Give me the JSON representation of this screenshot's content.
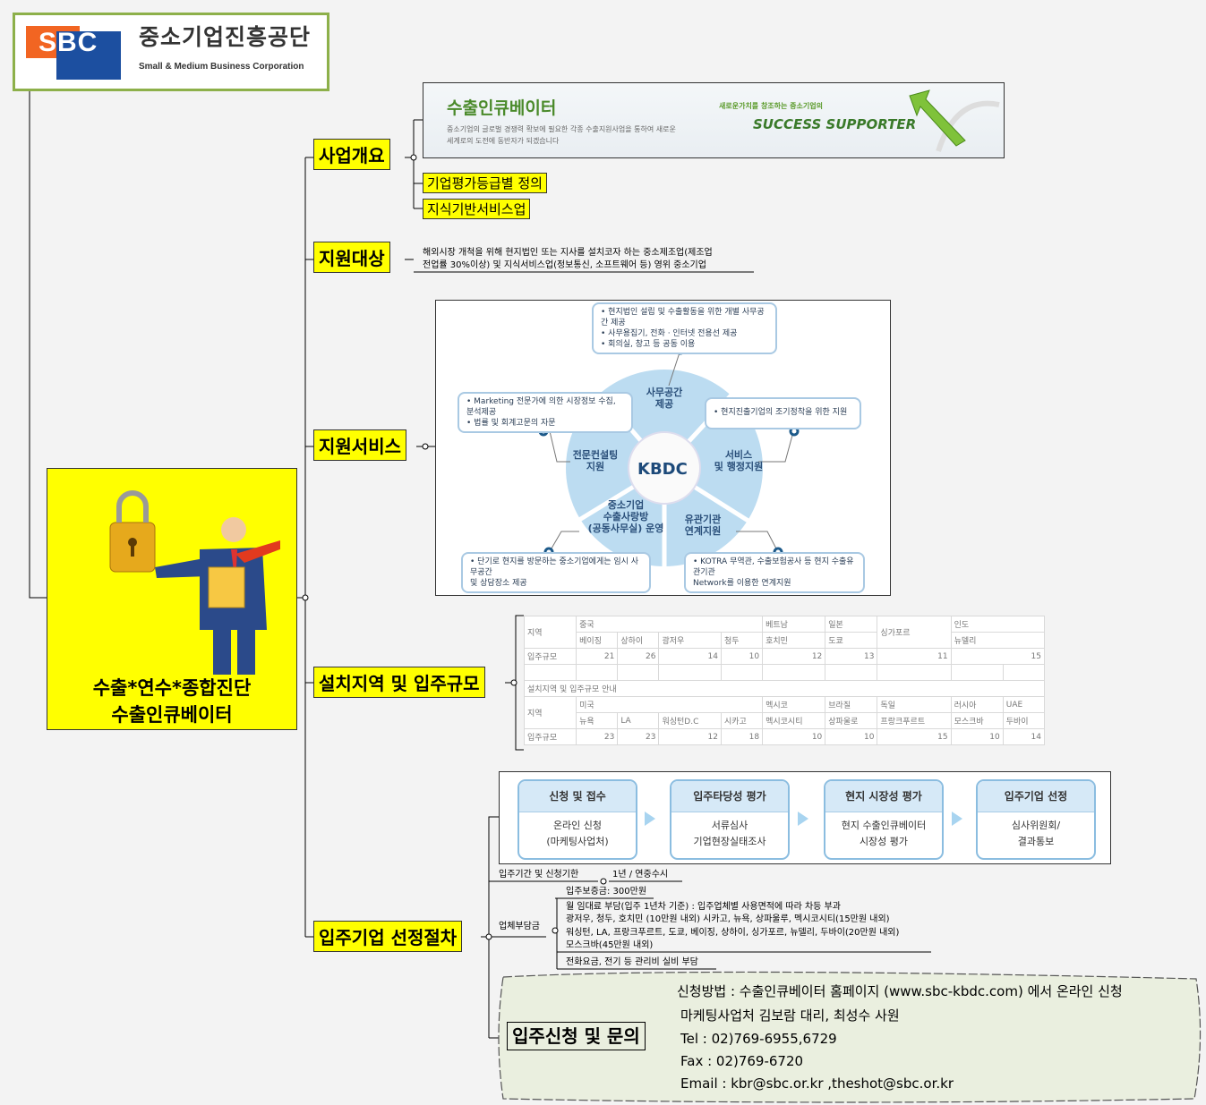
{
  "logo": {
    "abbr": "SBC",
    "name_kr": "중소기업진흥공단",
    "name_en": "Small & Medium Business Corporation"
  },
  "central": {
    "line1": "수출*연수*종합진단",
    "line2": "수출인큐베이터"
  },
  "colors": {
    "node": "#ffff00",
    "logo_border": "#8db04a",
    "diagram_blue": "#bcdcf1",
    "cloud": "#eaefdf"
  },
  "branches": {
    "overview": {
      "label": "사업개요",
      "banner": {
        "title": "수출인큐베이터",
        "desc1": "중소기업의 글로벌 경쟁력 확보에 필요한 각종 수출지원사업을 통하여 새로운",
        "desc2": "세계로의 도전에 동반자가 되겠습니다",
        "slogan": "새로운가치를 창조하는 중소기업의",
        "slogan2": "SUCCESS SUPPORTER"
      },
      "children": [
        "기업평가등급별 정의",
        "지식기반서비스업"
      ]
    },
    "target": {
      "label": "지원대상",
      "text1": "해외시장 개척을 위해 현지법인 또는 지사를 설치코자 하는 중소제조업(제조업",
      "text2": "전업률 30%이상) 및 지식서비스업(정보통신, 소프트웨어 등) 영위 중소기업"
    },
    "services": {
      "label": "지원서비스",
      "center": "KBDC",
      "sectors": [
        "사무공간\n제공",
        "서비스\n및 행정지원",
        "유관기관\n연계지원",
        "중소기업\n수출사랑방\n(공동사무실) 운영",
        "전문컨설팅\n지원"
      ],
      "callouts": {
        "office": [
          "• 현지법인 설립 및 수출활동을 위한 개별 사무공간 제공",
          "• 사무용집기, 전화 · 인터넷 전용선 제공",
          "• 회의실, 창고 등 공동 이용"
        ],
        "admin": [
          "• 현지진출기업의 조기정착을 위한 지원"
        ],
        "network": [
          "• KOTRA 무역관, 수출보험공사 등 현지 수출유관기관",
          "Network를 이용한 연계지원"
        ],
        "shared": [
          "• 단기로 현지를 방문하는 중소기업에게는 임시 사무공간",
          "및 상담장소 제공"
        ],
        "consult": [
          "• Marketing 전문가에 의한 시장정보 수집, 분석제공",
          "• 법률 및 회계고문의 자문"
        ]
      }
    },
    "regions": {
      "label": "설치지역 및 입주규모",
      "row_region": "지역",
      "row_size": "입주규모",
      "caption": "설치지역 및 입주규모 안내",
      "table1": {
        "countries": [
          "중국",
          "베트남",
          "일본",
          "싱가포르",
          "인도"
        ],
        "cities": [
          "베이징",
          "상하이",
          "광저우",
          "청두",
          "호치민",
          "도쿄",
          "뉴델리"
        ],
        "sizes": [
          "21",
          "26",
          "14",
          "10",
          "12",
          "13",
          "11",
          "15"
        ]
      },
      "table2": {
        "countries": [
          "미국",
          "멕시코",
          "브라질",
          "독일",
          "러시아",
          "UAE"
        ],
        "cities": [
          "뉴욕",
          "LA",
          "워싱턴D.C",
          "시카고",
          "멕시코시티",
          "상파울로",
          "프랑크푸르트",
          "모스크바",
          "두바이"
        ],
        "sizes": [
          "23",
          "23",
          "12",
          "18",
          "10",
          "10",
          "15",
          "10",
          "14"
        ]
      }
    },
    "selection": {
      "label": "입주기업 선정절차",
      "steps": [
        {
          "title": "신청 및 접수",
          "line1": "온라인 신청",
          "line2": "(마케팅사업처)"
        },
        {
          "title": "입주타당성 평가",
          "line1": "서류심사",
          "line2": "기업현장실태조사"
        },
        {
          "title": "현지 시장성 평가",
          "line1": "현지 수출인큐베이터",
          "line2": "시장성 평가"
        },
        {
          "title": "입주기업 선정",
          "line1": "심사위원회/",
          "line2": "결과통보"
        }
      ],
      "period_label": "입주기간 및 신청기한",
      "period_value": "1년 / 연중수시",
      "cost_label": "업체부담금",
      "cost_items": {
        "deposit": "입주보증금: 300만원",
        "rent": [
          "월 임대료 부담(입주 1년차 기준) : 입주업체별 사용면적에 따라 차등 부과",
          "광저우, 청두, 호치민 (10만원 내외) 시카고, 뉴욕, 상파울루, 멕시코시티(15만원 내외)",
          "워싱턴, LA, 프랑크푸르트, 도쿄, 베이징, 상하이, 싱가포르, 뉴델리, 두바이(20만원 내외)",
          "모스크바(45만원 내외)"
        ],
        "utility": "전화요금, 전기 등 관리비 실비 부담"
      },
      "inquiry": {
        "label": "입주신청 및 문의",
        "items": [
          "신청방법 : 수출인큐베이터 홈페이지 (www.sbc-kbdc.com) 에서 온라인 신청",
          "마케팅사업처 김보람 대리, 최성수 사원",
          "Tel : 02)769-6955,6729",
          "Fax : 02)769-6720",
          "Email : kbr@sbc.or.kr ,theshot@sbc.or.kr"
        ]
      }
    }
  }
}
